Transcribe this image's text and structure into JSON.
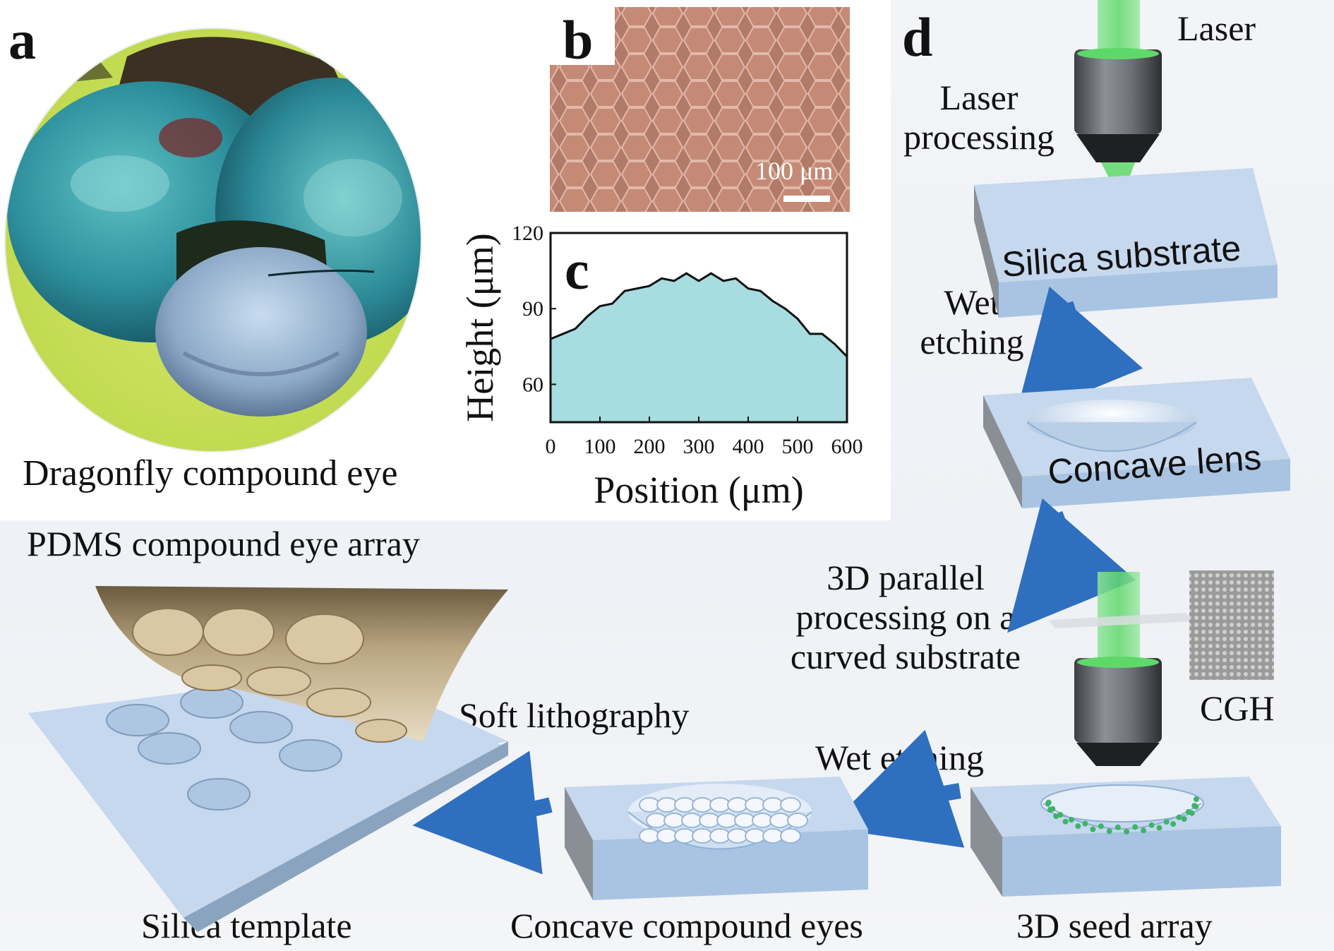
{
  "panels": {
    "a": {
      "letter": "a",
      "caption": "Dragonfly compound eye"
    },
    "b": {
      "letter": "b",
      "scale_bar_label": "100 μm"
    },
    "c": {
      "letter": "c"
    },
    "d": {
      "letter": "d",
      "laser_label": "Laser",
      "laser_processing_label": [
        "Laser",
        "processing"
      ],
      "silica_substrate_label": "Silica substrate",
      "wet_etching_label_1": [
        "Wet",
        "etching"
      ],
      "concave_lens_label": "Concave lens",
      "parallel_processing_label": [
        "3D parallel",
        "processing on a",
        "curved substrate"
      ],
      "cgh_label": "CGH",
      "wet_etching_label_2": "Wet etching",
      "seed_array_label": "3D seed array",
      "concave_compound_label": "Concave compound eyes",
      "soft_lithography_label": "Soft lithography",
      "silica_template_label": "Silica template",
      "pdms_label": "PDMS compound eye array"
    }
  },
  "colors": {
    "substrate_top": "#c5d8ee",
    "substrate_front": "#a9c4e2",
    "substrate_side": "#8a8f96",
    "arrow_blue": "#2f6fbf",
    "laser_green": "#5fd86a",
    "profile_fill": "#a7dde0",
    "pdms_brown": "#b9a580"
  },
  "chart_data": {
    "type": "area",
    "xlabel": "Position (μm)",
    "ylabel": "Height (μm)",
    "xlim": [
      0,
      600
    ],
    "ylim": [
      45,
      120
    ],
    "xticks": [
      0,
      100,
      200,
      300,
      400,
      500,
      600
    ],
    "yticks": [
      60,
      90,
      120
    ],
    "grid": false,
    "x": [
      0,
      25,
      50,
      75,
      100,
      125,
      150,
      175,
      200,
      225,
      250,
      275,
      300,
      325,
      350,
      375,
      400,
      425,
      450,
      475,
      500,
      525,
      550,
      575,
      600
    ],
    "y": [
      78,
      80,
      82,
      87,
      91,
      92,
      97,
      98,
      99,
      102,
      101,
      104,
      101,
      104,
      101,
      102,
      98,
      97,
      93,
      90,
      86,
      80,
      80,
      76,
      71
    ]
  }
}
